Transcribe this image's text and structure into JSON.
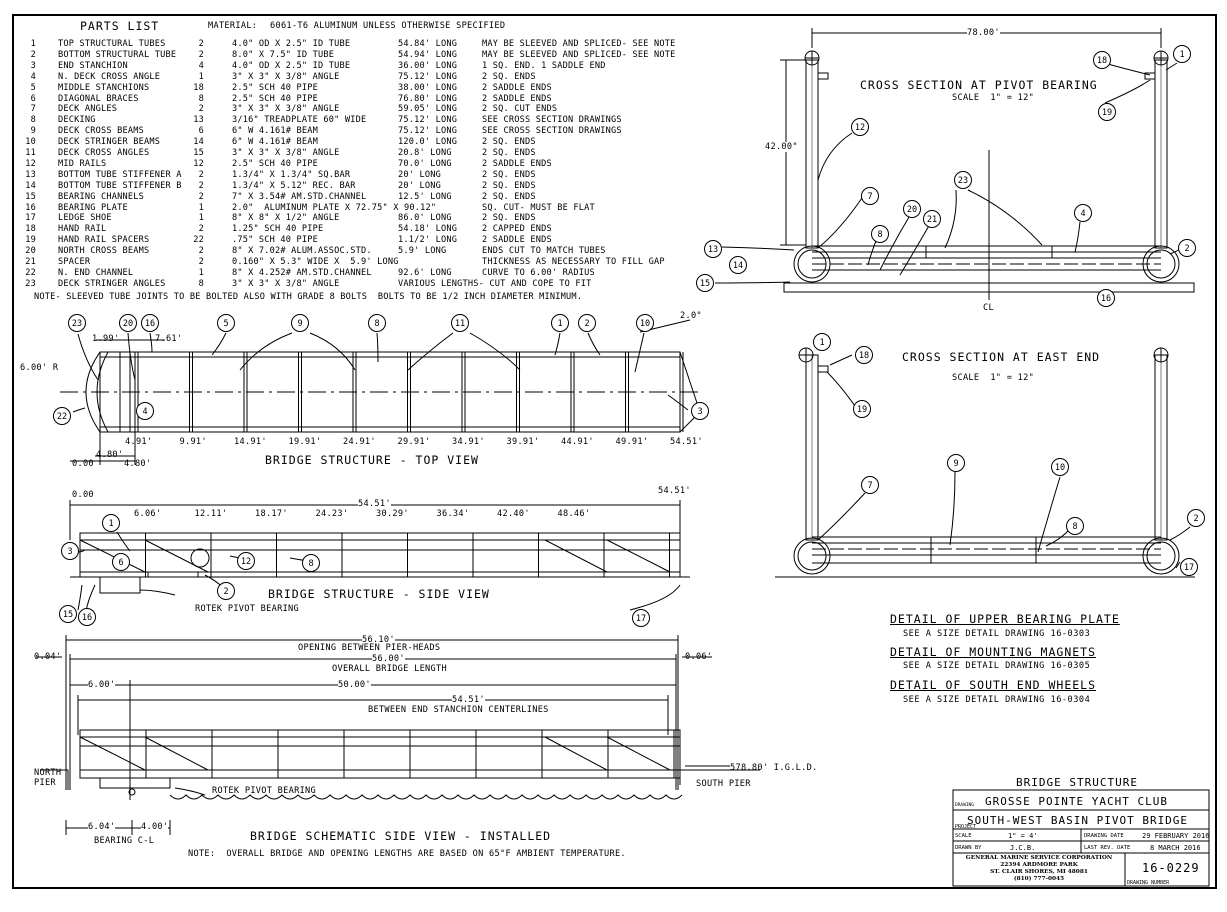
{
  "header": {
    "parts_list_title": "PARTS LIST",
    "material_label": "MATERIAL:",
    "material_value": "6061-T6 ALUMINUM UNLESS OTHERWISE SPECIFIED"
  },
  "parts": [
    {
      "no": "1",
      "desc": "TOP STRUCTURAL TUBES",
      "qty": "2",
      "spec": "4.0\" OD X 2.5\" ID TUBE",
      "len": "54.84' LONG",
      "note": "MAY BE SLEEVED AND SPLICED- SEE NOTE"
    },
    {
      "no": "2",
      "desc": "BOTTOM STRUCTURAL TUBE",
      "qty": "2",
      "spec": "8.0\" X 7.5\" ID TUBE",
      "len": "54.94' LONG",
      "note": "MAY BE SLEEVED AND SPLICED- SEE NOTE"
    },
    {
      "no": "3",
      "desc": "END STANCHION",
      "qty": "4",
      "spec": "4.0\" OD X 2.5\" ID TUBE",
      "len": "36.00' LONG",
      "note": "1 SQ. END. 1 SADDLE END"
    },
    {
      "no": "4",
      "desc": "N. DECK CROSS ANGLE",
      "qty": "1",
      "spec": "3\" X 3\" X 3/8\" ANGLE",
      "len": "75.12' LONG",
      "note": "2 SQ. ENDS"
    },
    {
      "no": "5",
      "desc": "MIDDLE STANCHIONS",
      "qty": "18",
      "spec": "2.5\" SCH 40 PIPE",
      "len": "38.00' LONG",
      "note": "2 SADDLE ENDS"
    },
    {
      "no": "6",
      "desc": "DIAGONAL BRACES",
      "qty": "8",
      "spec": "2.5\" SCH 40 PIPE",
      "len": "76.80' LONG",
      "note": "2 SADDLE ENDS"
    },
    {
      "no": "7",
      "desc": "DECK ANGLES",
      "qty": "2",
      "spec": "3\" X 3\" X 3/8\" ANGLE",
      "len": "59.05' LONG",
      "note": "2 SQ. CUT ENDS"
    },
    {
      "no": "8",
      "desc": "DECKING",
      "qty": "13",
      "spec": "3/16\" TREADPLATE 60\" WIDE",
      "len": "75.12' LONG",
      "note": "SEE CROSS SECTION DRAWINGS"
    },
    {
      "no": "9",
      "desc": "DECK CROSS BEAMS",
      "qty": "6",
      "spec": "6\" W 4.161# BEAM",
      "len": "75.12' LONG",
      "note": "SEE CROSS SECTION DRAWINGS"
    },
    {
      "no": "10",
      "desc": "DECK STRINGER BEAMS",
      "qty": "14",
      "spec": "6\" W 4.161# BEAM",
      "len": "120.0' LONG",
      "note": "2 SQ. ENDS"
    },
    {
      "no": "11",
      "desc": "DECK CROSS ANGLES",
      "qty": "15",
      "spec": "3\" X 3\" X 3/8\" ANGLE",
      "len": "20.8' LONG",
      "note": "2 SQ. ENDS"
    },
    {
      "no": "12",
      "desc": "MID RAILS",
      "qty": "12",
      "spec": "2.5\" SCH 40 PIPE",
      "len": "70.0' LONG",
      "note": "2 SADDLE ENDS"
    },
    {
      "no": "13",
      "desc": "BOTTOM TUBE STIFFENER A",
      "qty": "2",
      "spec": "1.3/4\" X 1.3/4\" SQ.BAR",
      "len": "20' LONG",
      "note": "2 SQ. ENDS"
    },
    {
      "no": "14",
      "desc": "BOTTOM TUBE STIFFENER B",
      "qty": "2",
      "spec": "1.3/4\" X 5.12\" REC. BAR",
      "len": "20' LONG",
      "note": "2 SQ. ENDS"
    },
    {
      "no": "15",
      "desc": "BEARING CHANNELS",
      "qty": "2",
      "spec": "7\" X 3.54# AM.STD.CHANNEL",
      "len": "12.5' LONG",
      "note": "2 SQ. ENDS"
    },
    {
      "no": "16",
      "desc": "BEARING PLATE",
      "qty": "1",
      "spec": "2.0\"  ALUMINUM PLATE X 72.75\" X 90.12\"",
      "len": "",
      "note": "SQ. CUT- MUST BE FLAT"
    },
    {
      "no": "17",
      "desc": "LEDGE SHOE",
      "qty": "1",
      "spec": "8\" X 8\" X 1/2\" ANGLE",
      "len": "86.0' LONG",
      "note": "2 SQ. ENDS"
    },
    {
      "no": "18",
      "desc": "HAND RAIL",
      "qty": "2",
      "spec": "1.25\" SCH 40 PIPE",
      "len": "54.18' LONG",
      "note": "2 CAPPED ENDS"
    },
    {
      "no": "19",
      "desc": "HAND RAIL SPACERS",
      "qty": "22",
      "spec": ".75\" SCH 40 PIPE",
      "len": "1.1/2' LONG",
      "note": "2 SADDLE ENDS"
    },
    {
      "no": "20",
      "desc": "NORTH CROSS BEAMS",
      "qty": "2",
      "spec": "8\" X 7.02# ALUM.ASSOC.STD.",
      "len": "5.9' LONG",
      "note": "ENDS CUT TO MATCH TUBES"
    },
    {
      "no": "21",
      "desc": "SPACER",
      "qty": "2",
      "spec": "0.160\" X 5.3\" WIDE X  5.9' LONG",
      "len": "",
      "note": "THICKNESS AS NECESSARY TO FILL GAP"
    },
    {
      "no": "22",
      "desc": "N. END CHANNEL",
      "qty": "1",
      "spec": "8\" X 4.252# AM.STD.CHANNEL",
      "len": "92.6' LONG",
      "note": "CURVE TO 6.00' RADIUS"
    },
    {
      "no": "23",
      "desc": "DECK STRINGER ANGLES",
      "qty": "8",
      "spec": "3\" X 3\" X 3/8\" ANGLE",
      "len": "VARIOUS LENGTHS- CUT AND COPE TO FIT",
      "note": ""
    }
  ],
  "parts_note": "NOTE- SLEEVED TUBE JOINTS TO BE BOLTED ALSO WITH GRADE 8 BOLTS  BOLTS TO BE 1/2 INCH DIAMETER MINIMUM.",
  "cross_section_pivot": {
    "title": "CROSS SECTION AT PIVOT BEARING",
    "scale": "SCALE  1\" = 12\"",
    "width_dim": "78.00'",
    "height_dim": "42.00\"",
    "centerline": "CL",
    "balloons": [
      "1",
      "18",
      "19",
      "12",
      "7",
      "8",
      "20",
      "21",
      "23",
      "4",
      "2",
      "13",
      "14",
      "15",
      "16"
    ]
  },
  "cross_section_east": {
    "title": "CROSS SECTION AT EAST END",
    "scale": "SCALE  1\" = 12\"",
    "balloons": [
      "1",
      "18",
      "19",
      "7",
      "9",
      "10",
      "8",
      "2",
      "17"
    ]
  },
  "top_view": {
    "title": "BRIDGE STRUCTURE - TOP VIEW",
    "radius": "6.00' R",
    "angle": "2.0°",
    "dims_top": [
      "1.99'",
      "7.61'"
    ],
    "stations": [
      "4.91'",
      "9.91'",
      "14.91'",
      "19.91'",
      "24.91'",
      "29.91'",
      "34.91'",
      "39.91'",
      "44.91'",
      "49.91'",
      "54.51'"
    ],
    "dims_bottom": [
      "4.80'",
      "0.00",
      "4.80'"
    ],
    "balloons": [
      "23",
      "20",
      "16",
      "5",
      "9",
      "8",
      "11",
      "1",
      "2",
      "10",
      "22",
      "4",
      "3"
    ]
  },
  "side_view": {
    "title": "BRIDGE STRUCTURE - SIDE VIEW",
    "start": "0.00",
    "end": "54.51'",
    "overall": "54.51'",
    "stations": [
      "6.06'",
      "12.11'",
      "18.17'",
      "24.23'",
      "30.29'",
      "36.34'",
      "42.40'",
      "48.46'"
    ],
    "bearing_label": "ROTEK PIVOT BEARING",
    "balloons": [
      "1",
      "3",
      "6",
      "12",
      "8",
      "2",
      "15",
      "16",
      "17"
    ]
  },
  "schematic": {
    "title": "BRIDGE SCHEMATIC SIDE VIEW - INSTALLED",
    "note": "NOTE:  OVERALL BRIDGE AND OPENING LENGTHS ARE BASED ON 65°F AMBIENT TEMPERATURE.",
    "opening_dim": "56.10'",
    "opening_label": "OPENING BETWEEN PIER-HEADS",
    "overall_dim": "56.00'",
    "overall_label": "OVERALL BRIDGE LENGTH",
    "left_gap": "0.04'",
    "right_gap": "0.06'",
    "dim_6": "6.00'",
    "dim_50": "50.00'",
    "stanchion_dim": "54.51'",
    "stanchion_label": "BETWEEN END STANCHION CENTERLINES",
    "elevation": "578.80' I.G.L.D.",
    "north_pier": "NORTH\nPIER",
    "south_pier": "SOUTH PIER",
    "bearing_label": "ROTEK PIVOT BEARING",
    "bottom_dim_a": "6.04'",
    "bottom_dim_b": "4.00'",
    "bearing_cl": "BEARING C-L"
  },
  "details": [
    {
      "title": "DETAIL OF UPPER BEARING PLATE",
      "sub": "SEE A SIZE DETAIL DRAWING 16-0303"
    },
    {
      "title": "DETAIL OF MOUNTING MAGNETS",
      "sub": "SEE A SIZE DETAIL DRAWING 16-0305"
    },
    {
      "title": "DETAIL OF SOUTH END WHEELS",
      "sub": "SEE A SIZE DETAIL DRAWING 16-0304"
    }
  ],
  "title_block": {
    "heading": "BRIDGE STRUCTURE",
    "drawing_label": "DRAWING",
    "client": "GROSSE POINTE YACHT CLUB",
    "project": "SOUTH-WEST BASIN PIVOT BRIDGE",
    "project_label": "PROJECT",
    "scale_label": "SCALE",
    "scale_value": "1\" = 4'",
    "drawing_date_label": "DRAWING DATE",
    "drawing_date": "29 FEBRUARY 2016",
    "drawn_by_label": "DRAWN BY",
    "drawn_by": "J.C.B.",
    "last_rev_label": "LAST REV. DATE",
    "last_rev": "8 MARCH 2016",
    "company_lines": [
      "GENERAL MARINE SERVICE CORPORATION",
      "22394 ARDMORE PARK",
      "ST. CLAIR SHORES, MI 48081",
      "(810) 777-0045"
    ],
    "drawing_number": "16-0229",
    "drawing_number_label": "DRAWING NUMBER"
  },
  "colors": {
    "line": "#000000",
    "paper": "#ffffff"
  }
}
